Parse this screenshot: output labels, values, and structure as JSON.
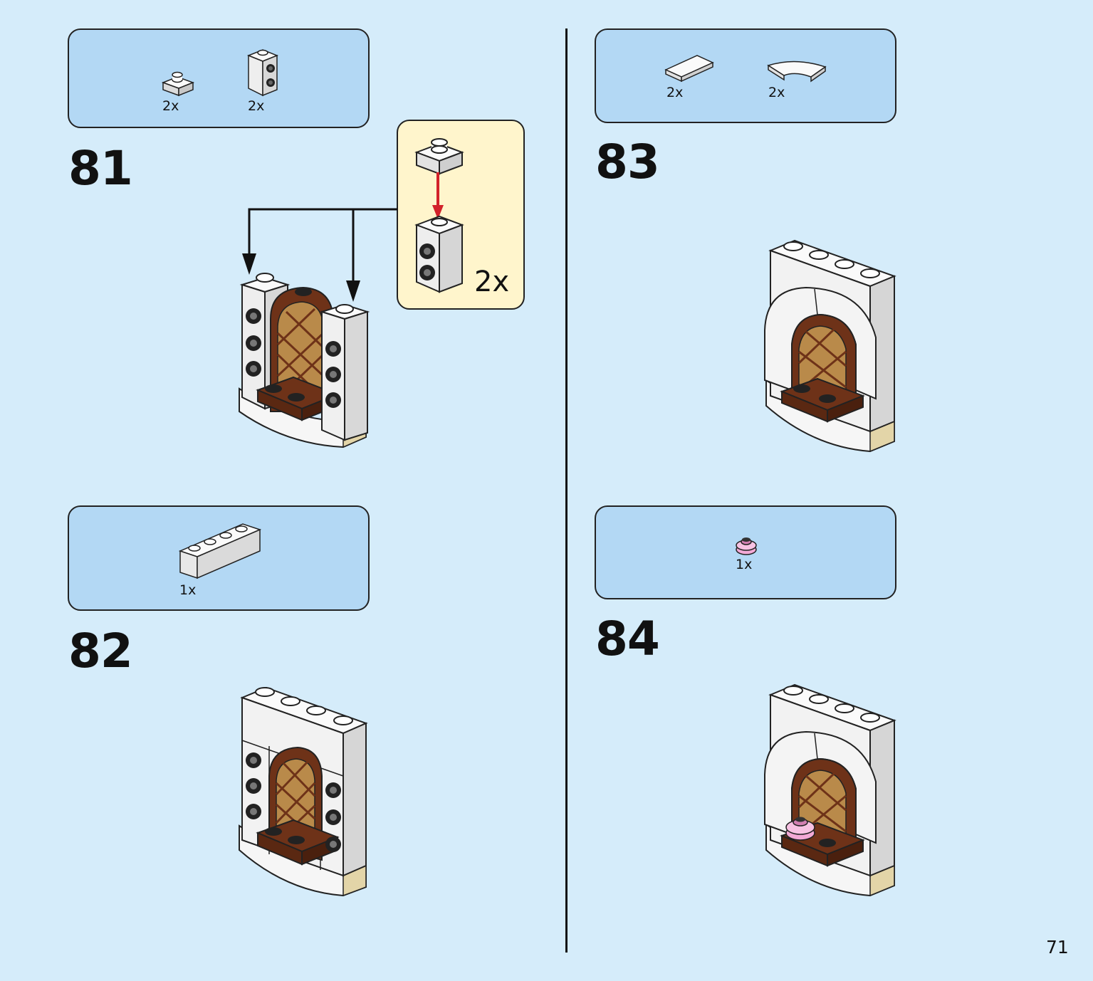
{
  "page_number": "71",
  "steps": [
    {
      "number": "81",
      "parts": [
        {
          "name": "plate-1x1-icon",
          "qty": "2x"
        },
        {
          "name": "brick-1x1-studs-side-icon",
          "qty": "2x"
        }
      ]
    },
    {
      "number": "82",
      "parts": [
        {
          "name": "brick-1x4-icon",
          "qty": "1x"
        }
      ]
    },
    {
      "number": "83",
      "parts": [
        {
          "name": "tile-1x2-icon",
          "qty": "2x"
        },
        {
          "name": "curved-tile-icon",
          "qty": "2x"
        }
      ]
    },
    {
      "number": "84",
      "parts": [
        {
          "name": "pink-flower-plate-icon",
          "qty": "1x"
        }
      ]
    }
  ],
  "callout": {
    "qty": "2x"
  },
  "colors": {
    "background": "#d5ecfa",
    "parts_box": "#b3d8f4",
    "callout": "#fff5cc",
    "arrow_red": "#d2222a",
    "brown": "#6e3218",
    "white_brick": "#f4f4f4",
    "pink": "#f3a9d6"
  }
}
